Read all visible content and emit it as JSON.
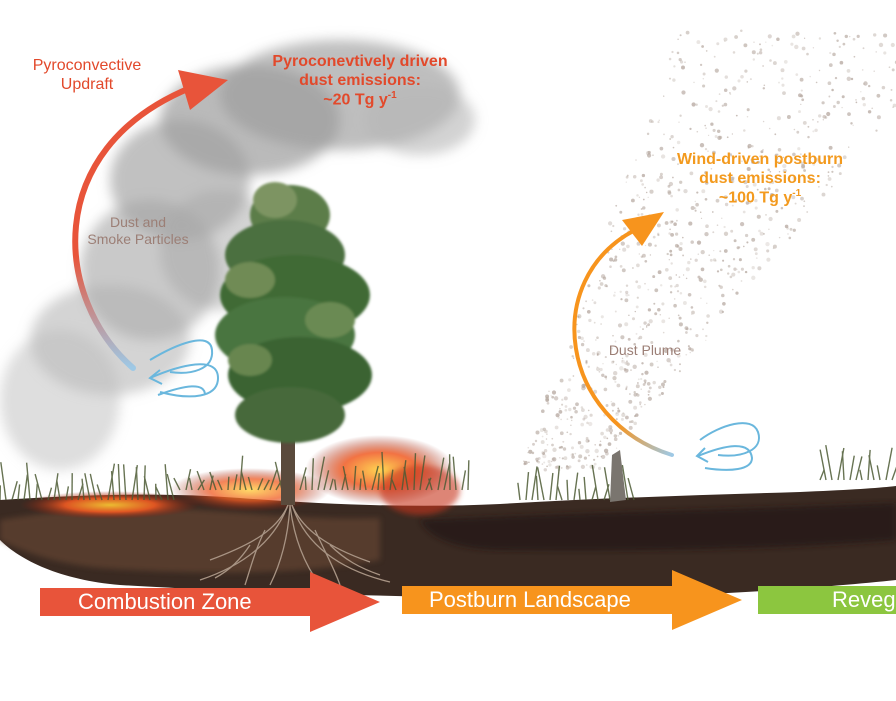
{
  "labels": {
    "pyro_updraft": [
      "Pyroconvective",
      "Updraft"
    ],
    "pyro_emissions": {
      "line1": "Pyroconevtively driven",
      "line2": "dust emissions:",
      "value": "~20 Tg y",
      "sup": "-1"
    },
    "dust_smoke": [
      "Dust and",
      "Smoke Particles"
    ],
    "wind_emissions": {
      "line1": "Wind-driven postburn",
      "line2": "dust emissions:",
      "value": "~100 Tg y",
      "sup": "-1"
    },
    "dust_plume": "Dust Plume"
  },
  "stages": [
    {
      "label": "Combustion Zone",
      "color": "#e8543a"
    },
    {
      "label": "Postburn Landscape",
      "color": "#f7941d"
    },
    {
      "label": "Reveg",
      "color": "#8cc63f"
    }
  ],
  "colors": {
    "updraft_arrow": "#e8543a",
    "wind_arrow": "#f7941d",
    "swirl": "#6ab7dd",
    "smoke": "#9a9a9a",
    "soil": "#3a2a22",
    "fire": "#e8542a",
    "tree": "#3f6b35"
  }
}
